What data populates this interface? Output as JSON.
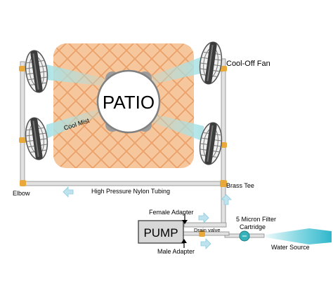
{
  "labels": {
    "patio": "PATIO",
    "cool_off_fan": "Cool-Off Fan",
    "cool_mist": "Cool Mist",
    "elbow": "Elbow",
    "tubing": "High Pressure Nylon Tubing",
    "brass_tee": "Brass Tee",
    "female_adapter": "Female Adapter",
    "pump": "PUMP",
    "drain_valve": "Drain valve",
    "filter_line1": "5 Micron Filter",
    "filter_line2": "Cartridge",
    "male_adapter": "Male Adapter",
    "water_source": "Water Source"
  },
  "colors": {
    "patio_fill": "#f6c69c",
    "brick_line": "#e9a067",
    "mist": "#a9e2e6",
    "pipe": "#e2e2e2",
    "pipe_edge": "#8a8a8a",
    "brass": "#e9a93a",
    "arrow": "#bfe3ee",
    "filter": "#36b3ba",
    "water": "#4fc6d6"
  },
  "icons": [
    "fan-icon",
    "table-chair-icon",
    "flow-arrow-icon",
    "filter-icon",
    "water-stream-icon"
  ]
}
